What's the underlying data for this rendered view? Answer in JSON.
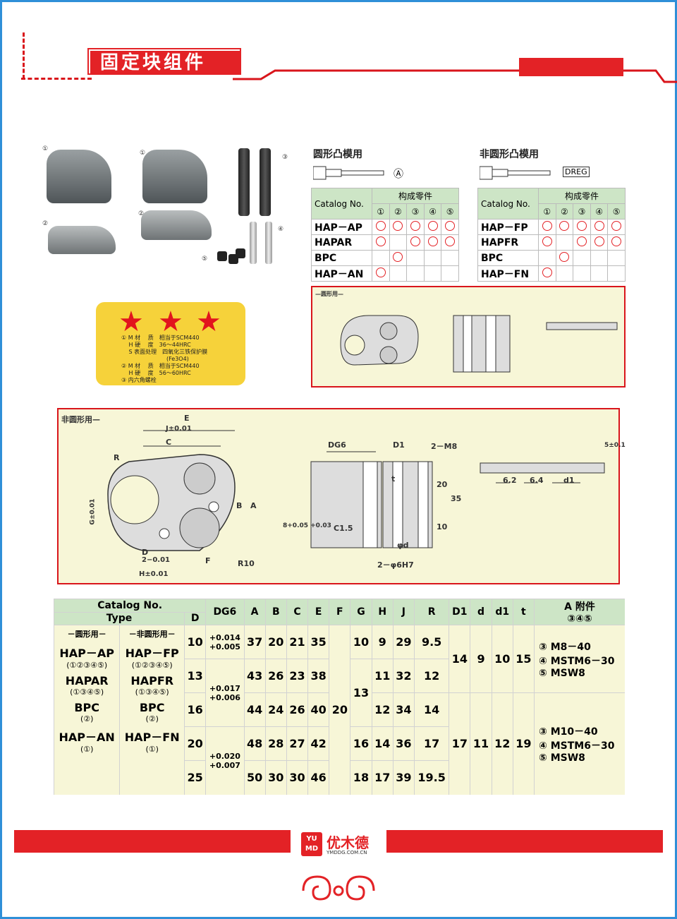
{
  "header": {
    "title": "固定块组件"
  },
  "photos": {
    "labels": [
      "①",
      "①",
      "③",
      "②",
      "②",
      "④",
      "⑤"
    ]
  },
  "specs": {
    "text": "① M 材　 质　相当于SCM440\n　 H 硬　 度　36～44HRC\n　 S 表面处理　四氧化三铁保护膜\n　　　　　　　　(Fe3O4)\n② M 材　 质　相当于SCM440\n　 H 硬　 度　56～60HRC\n③ 内六角螺栓"
  },
  "round": {
    "title": "圆形凸模用",
    "mark": "Ⓐ",
    "header_cat": "Catalog No.",
    "header_parts": "构成零件",
    "parts": [
      "①",
      "②",
      "③",
      "④",
      "⑤"
    ],
    "rows": [
      {
        "name": "HAP－AP",
        "marks": [
          1,
          1,
          1,
          1,
          1
        ]
      },
      {
        "name": "HAPAR",
        "marks": [
          1,
          0,
          1,
          1,
          1
        ]
      },
      {
        "name": "BPC",
        "marks": [
          0,
          1,
          0,
          0,
          0
        ]
      },
      {
        "name": "HAP－AN",
        "marks": [
          1,
          0,
          0,
          0,
          0
        ]
      }
    ]
  },
  "nonround": {
    "title": "非圆形凸模用",
    "mark": "DREG",
    "header_cat": "Catalog No.",
    "header_parts": "构成零件",
    "parts": [
      "①",
      "②",
      "③",
      "④",
      "⑤"
    ],
    "rows": [
      {
        "name": "HAP－FP",
        "marks": [
          1,
          1,
          1,
          1,
          1
        ]
      },
      {
        "name": "HAPFR",
        "marks": [
          1,
          0,
          1,
          1,
          1
        ]
      },
      {
        "name": "BPC",
        "marks": [
          0,
          1,
          0,
          0,
          0
        ]
      },
      {
        "name": "HAP－FN",
        "marks": [
          1,
          0,
          0,
          0,
          0
        ]
      }
    ]
  },
  "drawings": {
    "small_label": "—圆形用—",
    "large_label": "非圆形用—",
    "dims": [
      "E",
      "J±0.01",
      "C",
      "R",
      "B",
      "A",
      "G±0.01",
      "D",
      "2−0.01",
      "H±0.01",
      "F",
      "R10",
      "DG6",
      "D1",
      "2－M8",
      "t",
      "20",
      "35",
      "10",
      "C1.5",
      "φd",
      "2－φ6H7",
      "8+0.05 +0.03",
      "5±0.1",
      "6.2",
      "6.4",
      "d1"
    ]
  },
  "table": {
    "cat_header": "Catalog No.",
    "type_header": "Type",
    "d_header": "D",
    "col_headers": [
      "DG6",
      "A",
      "B",
      "C",
      "E",
      "F",
      "G",
      "H",
      "J",
      "R",
      "D1",
      "d",
      "d1",
      "t"
    ],
    "a_header": "A 附件",
    "a_header2": "③④⑤",
    "round_label": "－圆形用－",
    "nonround_label": "－非圆形用－",
    "types": [
      {
        "r": "HAP－AP",
        "rp": "(①②③④⑤)",
        "n": "HAP－FP",
        "np": "(①②③④⑤)"
      },
      {
        "r": "HAPAR",
        "rp": "(①③④⑤)",
        "n": "HAPFR",
        "np": "(①③④⑤)"
      },
      {
        "r": "BPC",
        "rp": "(②)",
        "n": "BPC",
        "np": "(②)"
      },
      {
        "r": "HAP－AN",
        "rp": "(①)",
        "n": "HAP－FN",
        "np": "(①)"
      }
    ],
    "rows": [
      {
        "D": "10",
        "A": "37",
        "B": "20",
        "C": "21",
        "E": "35",
        "G": "10",
        "H": "9",
        "J": "29",
        "R": "9.5"
      },
      {
        "D": "13",
        "A": "43",
        "B": "26",
        "C": "23",
        "E": "38",
        "G": "",
        "H": "11",
        "J": "32",
        "R": "12"
      },
      {
        "D": "16",
        "A": "44",
        "B": "24",
        "C": "26",
        "E": "40",
        "G": "",
        "H": "12",
        "J": "34",
        "R": "14"
      },
      {
        "D": "20",
        "A": "48",
        "B": "28",
        "C": "27",
        "E": "42",
        "G": "16",
        "H": "14",
        "J": "36",
        "R": "17"
      },
      {
        "D": "25",
        "A": "50",
        "B": "30",
        "C": "30",
        "E": "46",
        "G": "18",
        "H": "17",
        "J": "39",
        "R": "19.5"
      }
    ],
    "dg6": [
      "+0.014\n+0.005",
      "+0.017\n+0.006",
      "+0.020\n+0.007"
    ],
    "F": "20",
    "G13": "13",
    "group1": {
      "D1": "14",
      "d": "9",
      "d1": "10",
      "t": "15",
      "acc": [
        "③ M8－40",
        "④ MSTM6－30",
        "⑤ MSW8"
      ]
    },
    "group2": {
      "D1": "17",
      "d": "11",
      "d1": "12",
      "t": "19",
      "acc": [
        "③ M10－40",
        "④ MSTM6－30",
        "⑤ MSW8"
      ]
    }
  },
  "footer": {
    "badge_top": "YU",
    "badge_bottom": "MD",
    "brand": "优木德",
    "url": "YMDDG.COM.CN"
  }
}
